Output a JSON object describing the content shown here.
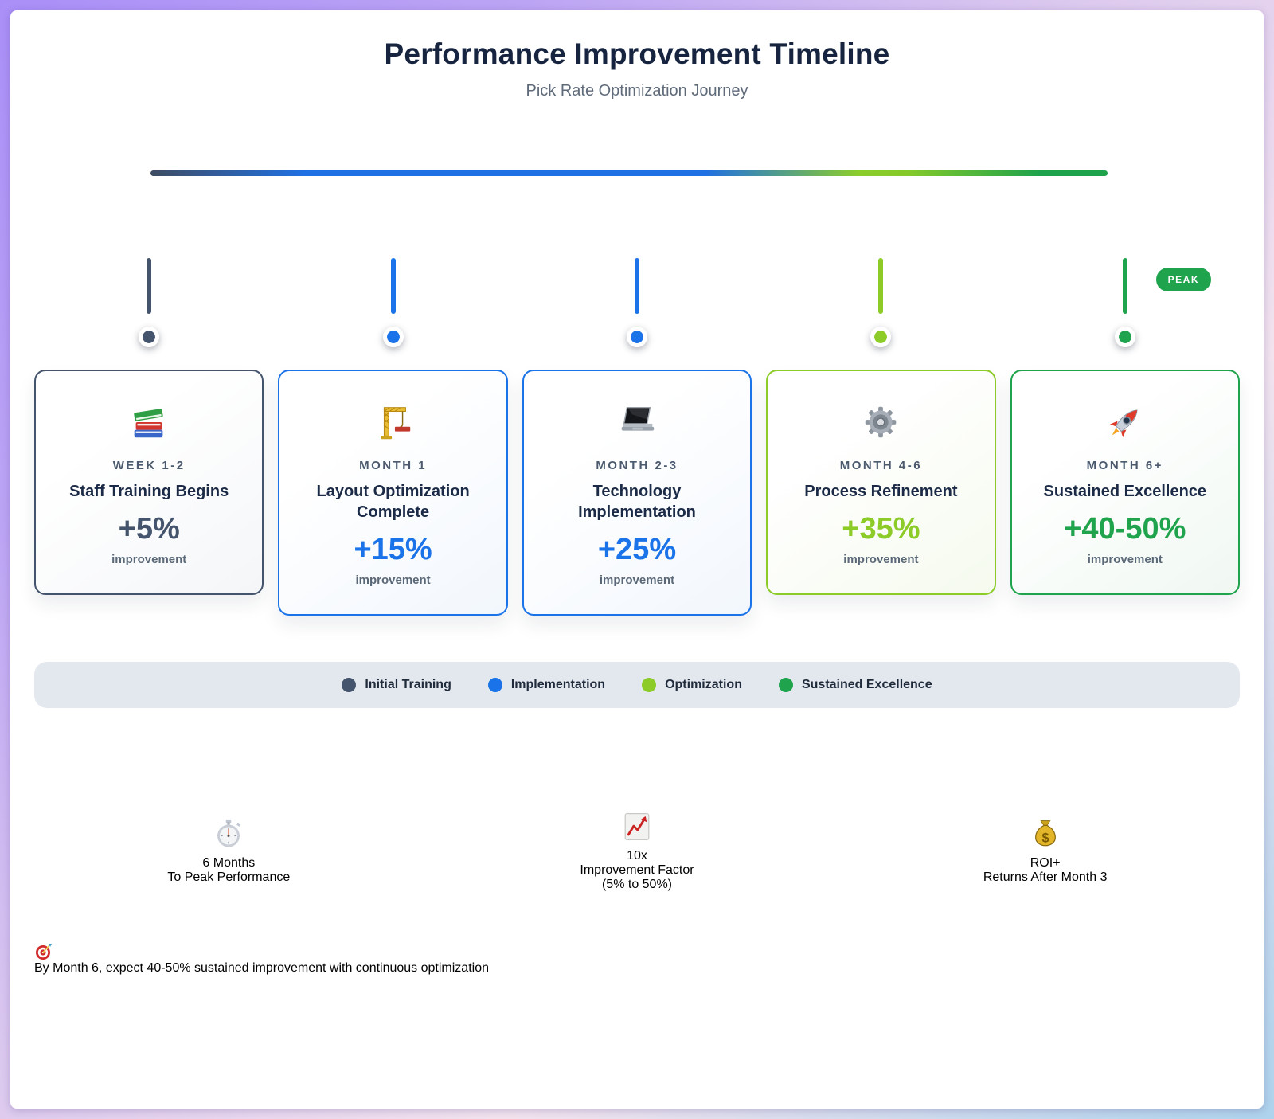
{
  "header": {
    "title": "Performance Improvement Timeline",
    "subtitle": "Pick Rate Optimization Journey"
  },
  "timeline": {
    "peak_badge": "PEAK",
    "track_gradient": [
      "#3f4c63",
      "#1f70e2",
      "#8bcd2b",
      "#1ea24b"
    ],
    "milestones": [
      {
        "icon": "books-icon",
        "period": "WEEK 1-2",
        "title": "Staff Training Begins",
        "value": "+5%",
        "unit": "improvement",
        "color": "#44546c"
      },
      {
        "icon": "crane-icon",
        "period": "MONTH 1",
        "title": "Layout Optimization Complete",
        "value": "+15%",
        "unit": "improvement",
        "color": "#1a73e8"
      },
      {
        "icon": "laptop-icon",
        "period": "MONTH 2-3",
        "title": "Technology Implementation",
        "value": "+25%",
        "unit": "improvement",
        "color": "#1a73e8"
      },
      {
        "icon": "gear-icon",
        "period": "MONTH 4-6",
        "title": "Process Refinement",
        "value": "+35%",
        "unit": "improvement",
        "color": "#8ccb28"
      },
      {
        "icon": "rocket-icon",
        "period": "MONTH 6+",
        "title": "Sustained Excellence",
        "value": "+40-50%",
        "unit": "improvement",
        "color": "#1fa34c"
      }
    ]
  },
  "legend": {
    "items": [
      {
        "label": "Initial Training",
        "color": "#44546c"
      },
      {
        "label": "Implementation",
        "color": "#1a73e8"
      },
      {
        "label": "Optimization",
        "color": "#8ccb28"
      },
      {
        "label": "Sustained Excellence",
        "color": "#1fa34c"
      }
    ]
  },
  "stats": {
    "cards": [
      {
        "icon": "stopwatch-icon",
        "value": "6 Months",
        "label": "To Peak Performance"
      },
      {
        "icon": "chart-up-icon",
        "value": "10x",
        "label": "Improvement Factor",
        "sublabel": "(5% to 50%)"
      },
      {
        "icon": "money-bag-icon",
        "value": "ROI+",
        "label": "Returns After Month 3"
      }
    ]
  },
  "callout": {
    "icon": "target-icon",
    "lead": "By Month 6, expect",
    "highlight": "40-50% sustained improvement",
    "tail": "with continuous optimization"
  }
}
